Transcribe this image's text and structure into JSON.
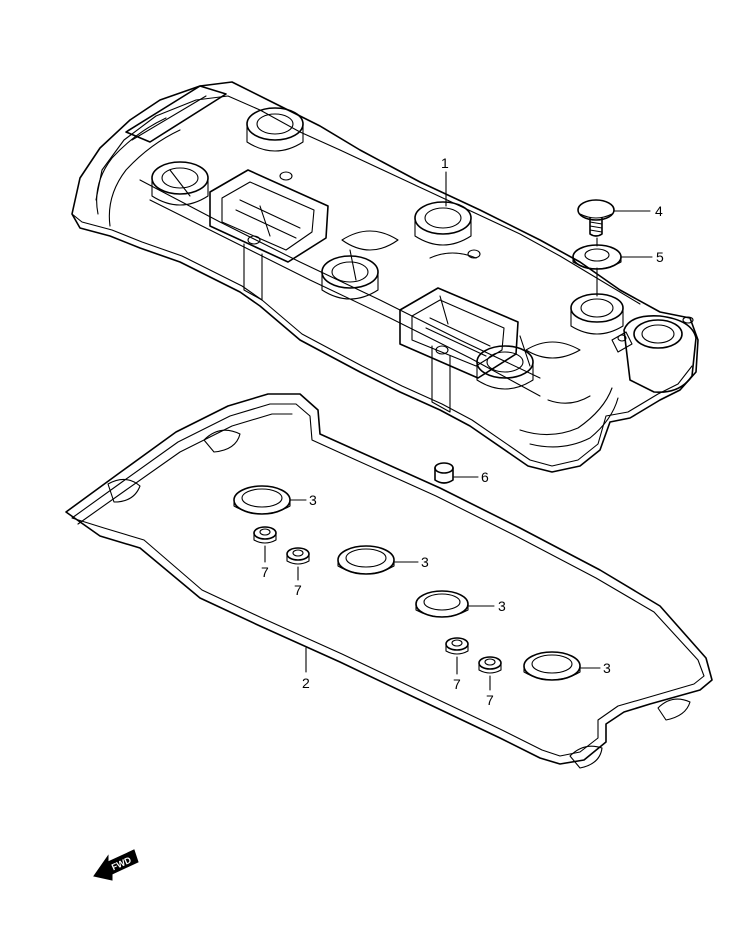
{
  "parts": [
    {
      "number": "1",
      "name": "cylinder-head-cover"
    },
    {
      "number": "2",
      "name": "cover-gasket"
    },
    {
      "number": "3",
      "name": "plug-hole-gasket"
    },
    {
      "number": "4",
      "name": "bolt"
    },
    {
      "number": "5",
      "name": "washer"
    },
    {
      "number": "6",
      "name": "dowel-pin"
    },
    {
      "number": "7",
      "name": "seal-ring"
    }
  ],
  "labels": {
    "p1": "1",
    "p2": "2",
    "p3a": "3",
    "p3b": "3",
    "p3c": "3",
    "p3d": "3",
    "p4": "4",
    "p5": "5",
    "p6": "6",
    "p7a": "7",
    "p7b": "7",
    "p7c": "7",
    "p7d": "7"
  },
  "fwd_arrow": {
    "text": "FWD"
  }
}
